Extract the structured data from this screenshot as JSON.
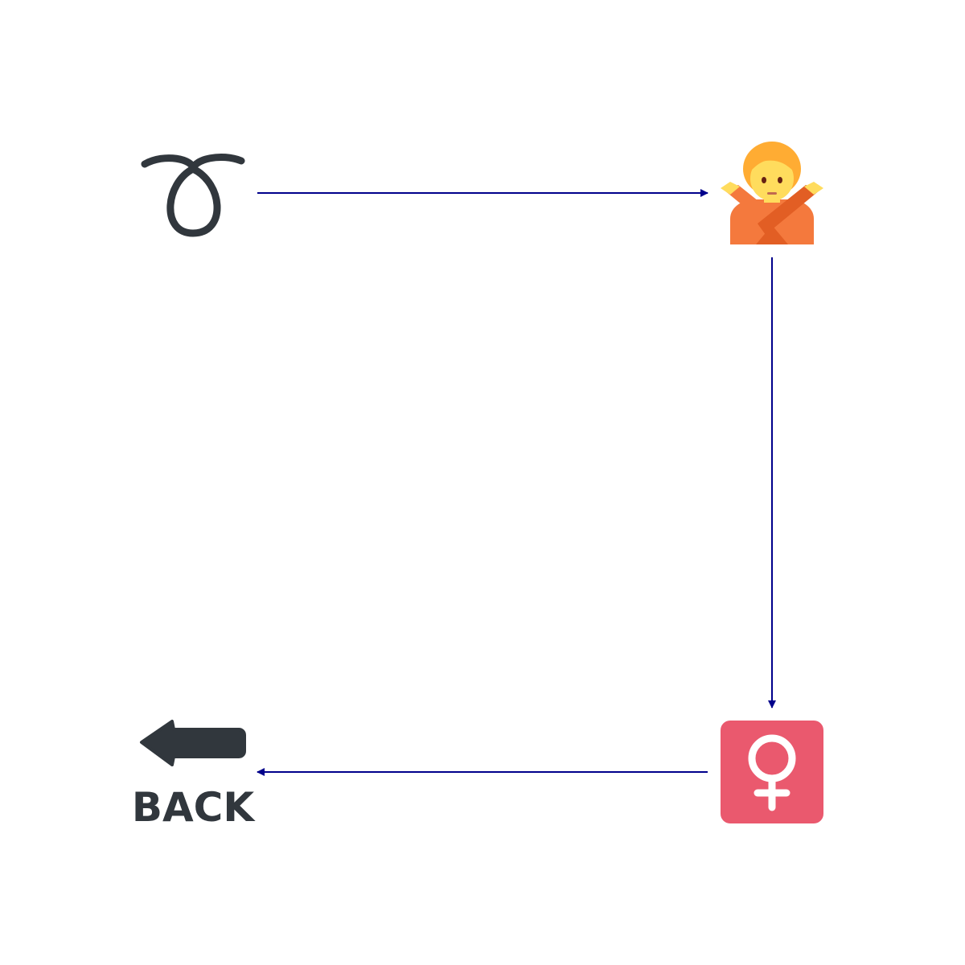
{
  "diagram": {
    "nodes": [
      {
        "id": "curly-loop",
        "icon": "curly-loop-icon"
      },
      {
        "id": "person-gesturing-no",
        "icon": "person-gesturing-no-icon"
      },
      {
        "id": "female-sign",
        "icon": "female-sign-icon"
      },
      {
        "id": "back-arrow",
        "icon": "back-arrow-icon",
        "label": "BACK"
      }
    ],
    "edges": [
      {
        "from": "curly-loop",
        "to": "person-gesturing-no"
      },
      {
        "from": "person-gesturing-no",
        "to": "female-sign"
      },
      {
        "from": "female-sign",
        "to": "back-arrow"
      }
    ],
    "colors": {
      "edge": "#00008b",
      "dark_icon": "#31373d",
      "female_sign_bg": "#ea596e",
      "skin": "#ffdc5d",
      "hair": "#ffac33",
      "shirt": "#f4793d",
      "shirt_dark": "#e25e24"
    }
  }
}
